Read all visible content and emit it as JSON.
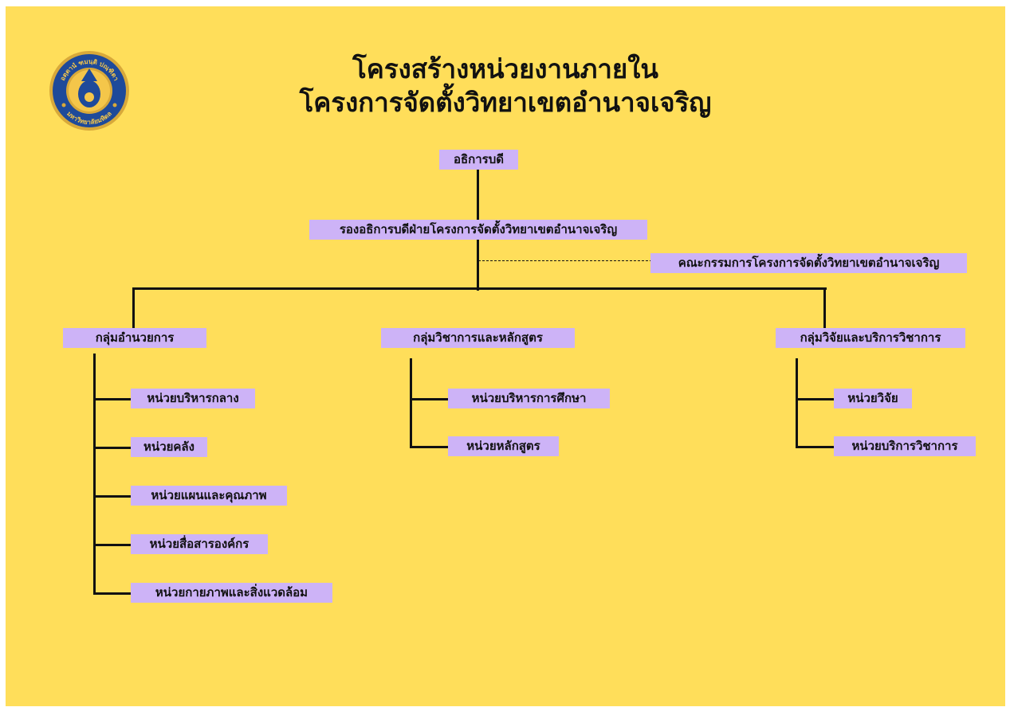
{
  "title": {
    "line1": "โครงสร้างหน่วยงานภายใน",
    "line2": "โครงการจัดตั้งวิทยาเขตอำนาจเจริญ"
  },
  "seal": {
    "icon": "university-seal-icon",
    "top_text": "อตฺตานํ ฑมนฺติ ปณฺฑิตา",
    "bottom_text": "มหาวิทยาลัยมหิดล",
    "colors": {
      "ring": "#1E4A9A",
      "gold": "#D8A93A",
      "inner": "#F4C64A"
    }
  },
  "org": {
    "root": "อธิการบดี",
    "deputy": "รองอธิการบดีฝ่ายโครงการจัดตั้งวิทยาเขตอำนาจเจริญ",
    "committee": "คณะกรรมการโครงการจัดตั้งวิทยาเขตอำนาจเจริญ",
    "groups": [
      {
        "name": "กลุ่มอำนวยการ",
        "units": [
          "หน่วยบริหารกลาง",
          "หน่วยคลัง",
          "หน่วยแผนและคุณภาพ",
          "หน่วยสื่อสารองค์กร",
          "หน่วยกายภาพและสิ่งแวดล้อม"
        ]
      },
      {
        "name": "กลุ่มวิชาการและหลักสูตร",
        "units": [
          "หน่วยบริหารการศึกษา",
          "หน่วยหลักสูตร"
        ]
      },
      {
        "name": "กลุ่มวิจัยและบริการวิชาการ",
        "units": [
          "หน่วยวิจัย",
          "หน่วยบริการวิชาการ"
        ]
      }
    ]
  },
  "colors": {
    "background": "#FFDE5A",
    "box": "#CDB3F7",
    "line": "#111111"
  }
}
